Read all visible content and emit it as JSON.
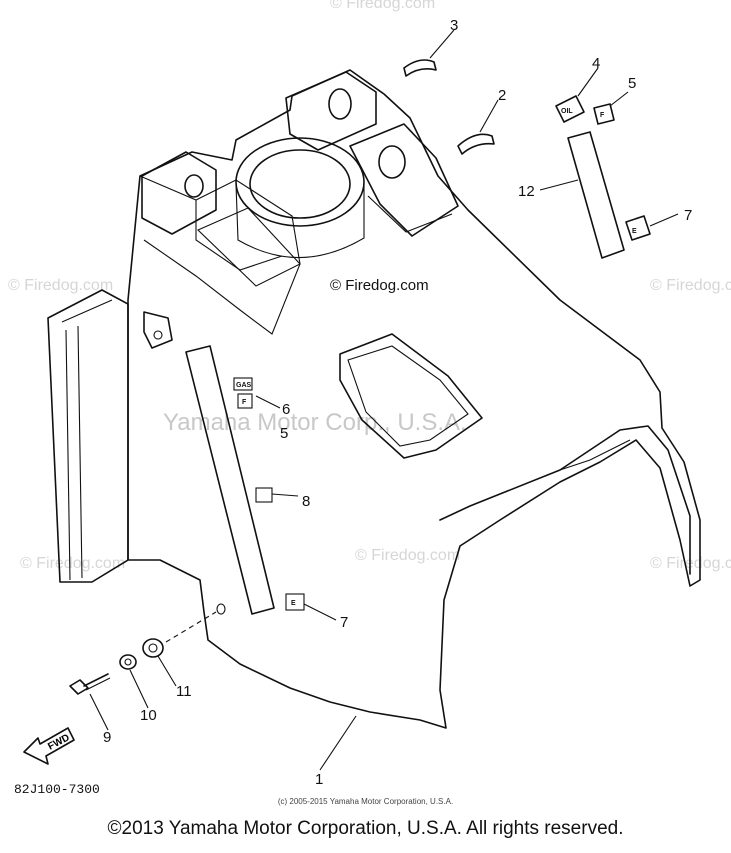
{
  "watermarks": {
    "small": "© Firedog.com",
    "center": "© Firedog.com",
    "yamaha": "Yamaha Motor Corp., U.S.A."
  },
  "callouts": [
    "3",
    "2",
    "4",
    "5",
    "12",
    "7",
    "6",
    "5",
    "8",
    "7",
    "11",
    "10",
    "9",
    "1"
  ],
  "decals": {
    "oil": "OIL",
    "gas": "GAS",
    "f": "F",
    "e": "E"
  },
  "fwd_label": "FWD",
  "part_number": "82J100-7300",
  "copyright_small": "(c) 2005-2015 Yamaha Motor Corporation, U.S.A.",
  "copyright_main": "©2013 Yamaha Motor Corporation, U.S.A. All rights reserved."
}
